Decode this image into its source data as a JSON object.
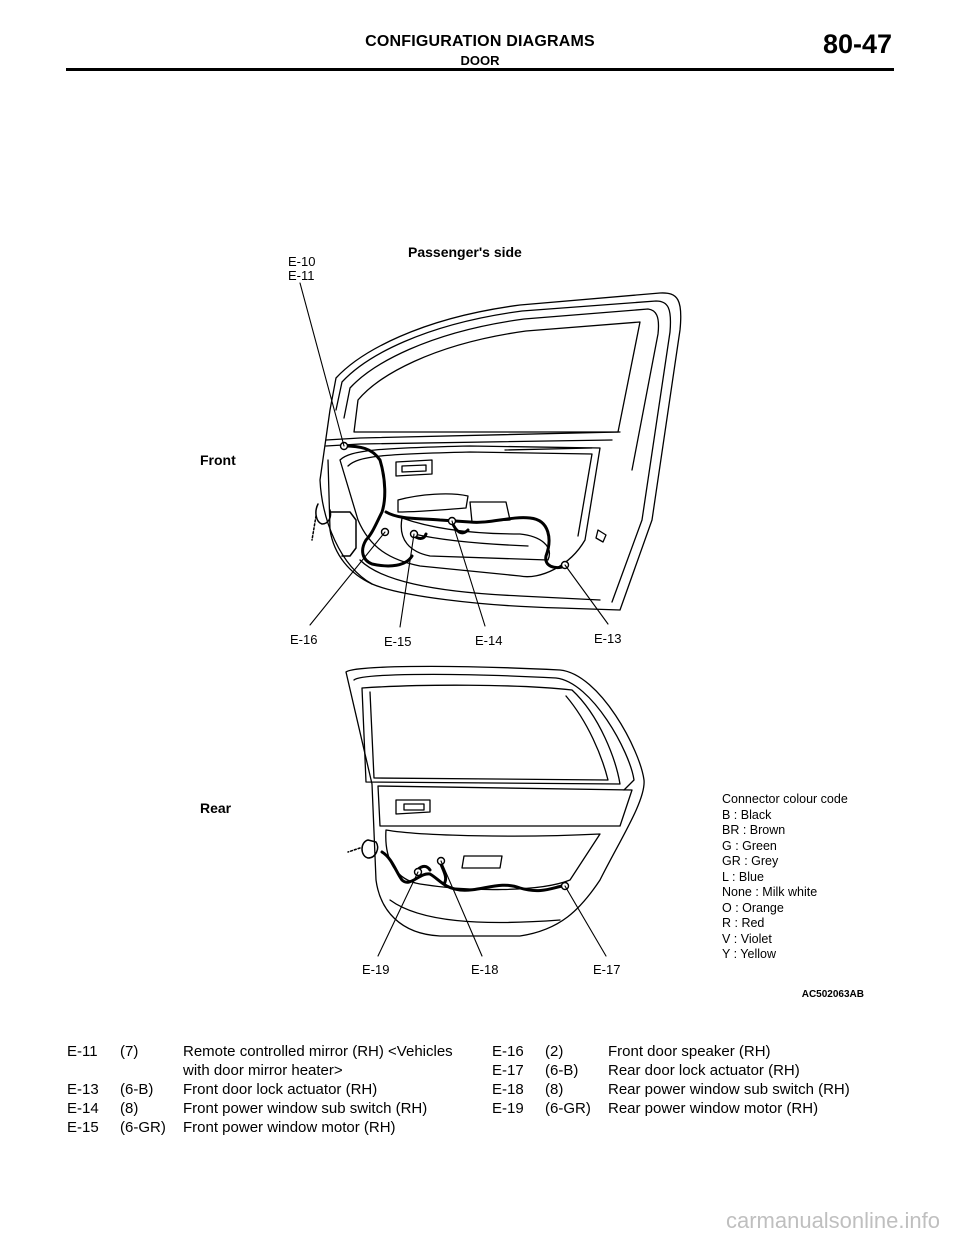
{
  "header": {
    "title": "CONFIGURATION DIAGRAMS",
    "subtitle": "DOOR",
    "page_number": "80-47"
  },
  "figure": {
    "side_label": "Passenger's side",
    "front_label": "Front",
    "rear_label": "Rear",
    "front_connectors": {
      "e10": "E-10",
      "e11": "E-11",
      "e13": "E-13",
      "e14": "E-14",
      "e15": "E-15",
      "e16": "E-16"
    },
    "rear_connectors": {
      "e17": "E-17",
      "e18": "E-18",
      "e19": "E-19"
    },
    "figure_id": "AC502063AB"
  },
  "legend": {
    "title": "Connector colour code",
    "items": [
      "B : Black",
      "BR : Brown",
      "G : Green",
      "GR : Grey",
      "L : Blue",
      "None : Milk white",
      "O : Orange",
      "R : Red",
      "V : Violet",
      "Y : Yellow"
    ]
  },
  "table_left": [
    {
      "code": "E-11",
      "pins": "(7)",
      "desc": "Remote controlled mirror (RH) <Vehicles with door mirror heater>"
    },
    {
      "code": "E-13",
      "pins": "(6-B)",
      "desc": "Front door lock actuator (RH)"
    },
    {
      "code": "E-14",
      "pins": "(8)",
      "desc": "Front power window sub switch (RH)"
    },
    {
      "code": "E-15",
      "pins": "(6-GR)",
      "desc": "Front power window motor (RH)"
    }
  ],
  "table_right": [
    {
      "code": "E-16",
      "pins": "(2)",
      "desc": "Front door speaker (RH)"
    },
    {
      "code": "E-17",
      "pins": "(6-B)",
      "desc": "Rear door lock actuator (RH)"
    },
    {
      "code": "E-18",
      "pins": "(8)",
      "desc": "Rear power window sub switch (RH)"
    },
    {
      "code": "E-19",
      "pins": "(6-GR)",
      "desc": "Rear power window motor (RH)"
    }
  ],
  "watermark": "carmanualsonline.info"
}
